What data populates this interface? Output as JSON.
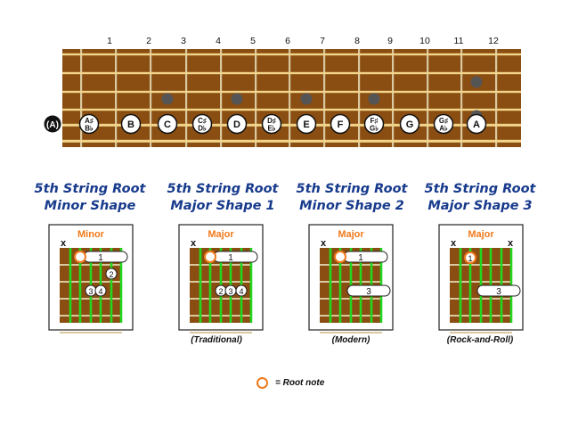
{
  "fretboard": {
    "fret_numbers": [
      "1",
      "2",
      "3",
      "4",
      "5",
      "6",
      "7",
      "8",
      "9",
      "10",
      "11",
      "12"
    ],
    "string_label": "A",
    "notes": [
      {
        "top": "A♯",
        "bottom": "B♭"
      },
      {
        "top": "B",
        "bottom": ""
      },
      {
        "top": "C",
        "bottom": ""
      },
      {
        "top": "C♯",
        "bottom": "D♭"
      },
      {
        "top": "D",
        "bottom": ""
      },
      {
        "top": "D♯",
        "bottom": "E♭"
      },
      {
        "top": "E",
        "bottom": ""
      },
      {
        "top": "F",
        "bottom": ""
      },
      {
        "top": "F♯",
        "bottom": "G♭"
      },
      {
        "top": "G",
        "bottom": ""
      },
      {
        "top": "G♯",
        "bottom": "A♭"
      },
      {
        "top": "A",
        "bottom": ""
      }
    ],
    "markers": [
      3,
      5,
      7,
      9,
      12
    ]
  },
  "shapes": [
    {
      "title_line1": "5th String Root",
      "title_line2": "Minor Shape",
      "chord_label": "Minor",
      "caption": "",
      "mutes": [
        "x"
      ],
      "root_finger": "1",
      "fingers": [
        "2",
        "3",
        "4"
      ]
    },
    {
      "title_line1": "5th String Root",
      "title_line2": "Major Shape 1",
      "chord_label": "Major",
      "caption": "(Traditional)",
      "mutes": [
        "x"
      ],
      "root_finger": "1",
      "fingers": [
        "2",
        "3",
        "4"
      ]
    },
    {
      "title_line1": "5th String Root",
      "title_line2": "Minor Shape 2",
      "chord_label": "Major",
      "caption": "(Modern)",
      "mutes": [
        "x"
      ],
      "root_finger": "1",
      "fingers": [
        "3"
      ]
    },
    {
      "title_line1": "5th String Root",
      "title_line2": "Major Shape 3",
      "chord_label": "Major",
      "caption": "(Rock-and-Roll)",
      "mutes": [
        "x",
        "x"
      ],
      "root_finger": "1",
      "fingers": [
        "3"
      ]
    }
  ],
  "legend": {
    "label": "= Root note"
  },
  "colors": {
    "wood": "#8a4e12",
    "string": "#f2d58a",
    "fret": "#d9c9a0",
    "green": "#22d81e",
    "orange": "#f07a1c",
    "title_blue": "#173a8c",
    "marker": "#555555"
  }
}
